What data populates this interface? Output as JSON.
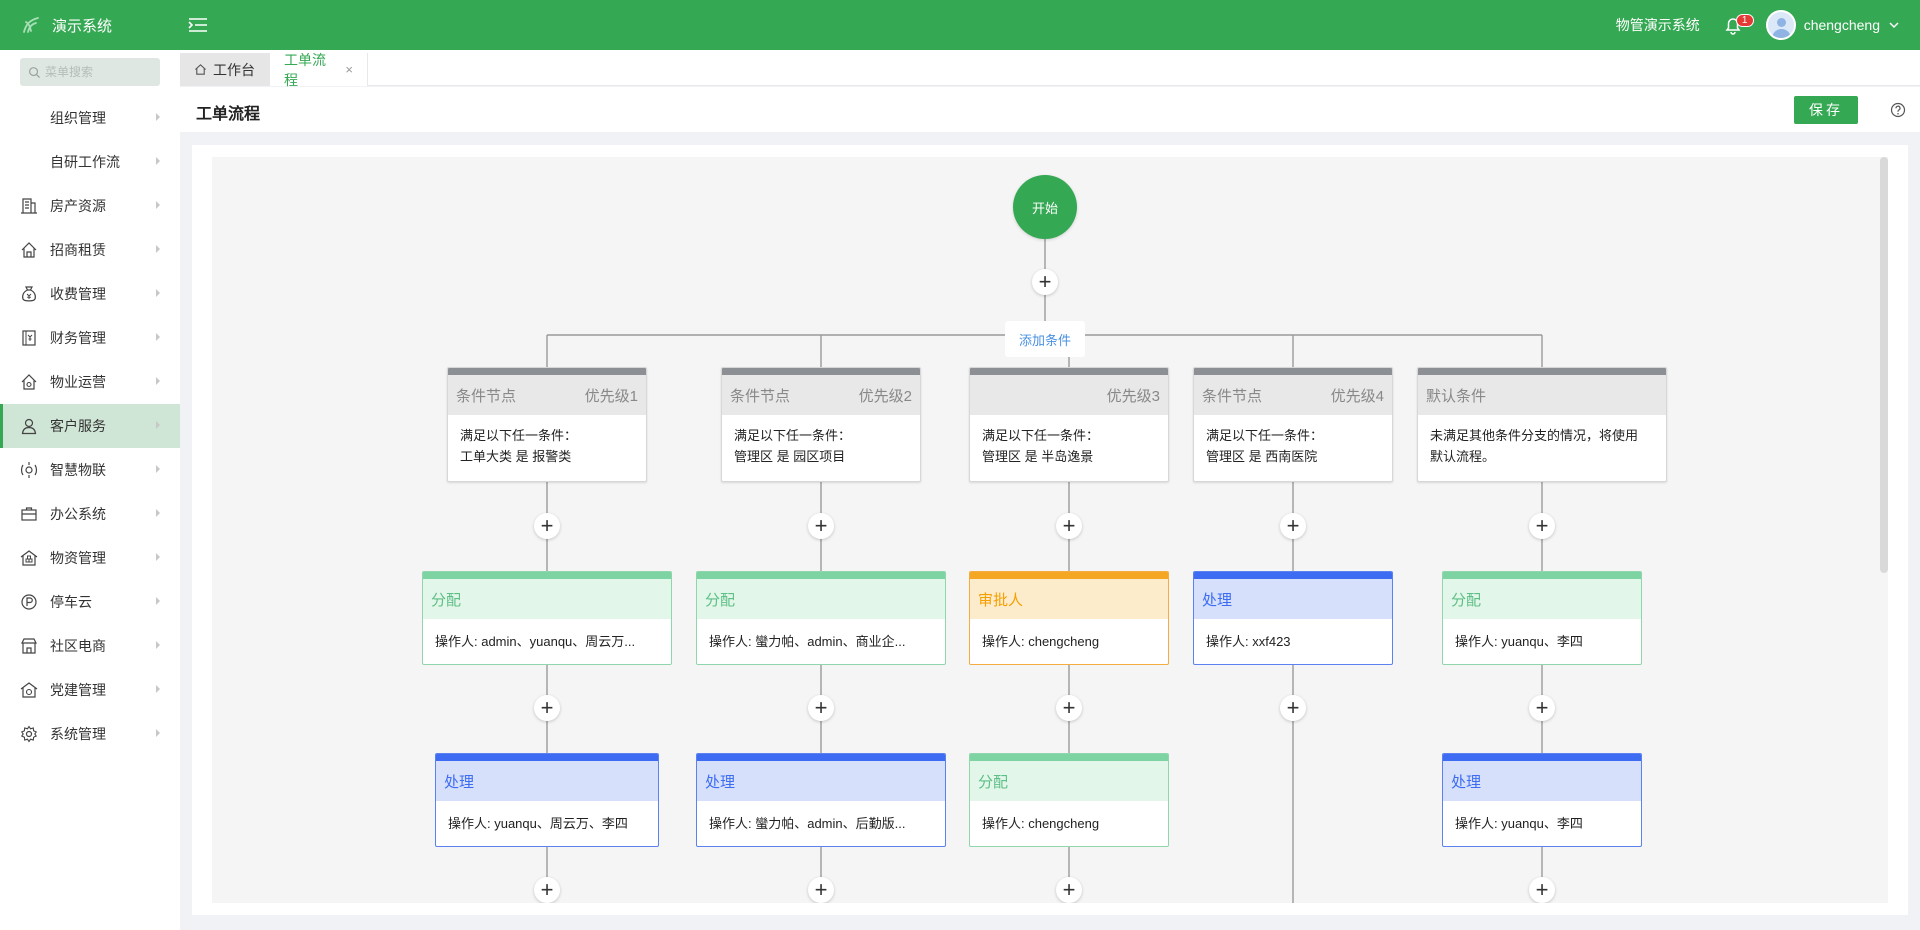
{
  "topbar": {
    "brand_title": "演示系统",
    "system_name": "物管演示系统",
    "notification_count": "1",
    "username": "chengcheng",
    "accent": "#34a853"
  },
  "sidebar": {
    "search_placeholder": "菜单搜索",
    "items": [
      {
        "label": "组织管理",
        "icon": "none"
      },
      {
        "label": "自研工作流",
        "icon": "none"
      },
      {
        "label": "房产资源",
        "icon": "building-icon"
      },
      {
        "label": "招商租赁",
        "icon": "house-icon"
      },
      {
        "label": "收费管理",
        "icon": "money-bag-icon"
      },
      {
        "label": "财务管理",
        "icon": "ledger-icon"
      },
      {
        "label": "物业运营",
        "icon": "house-cog-icon"
      },
      {
        "label": "客户服务",
        "icon": "user-icon",
        "active": true
      },
      {
        "label": "智慧物联",
        "icon": "iot-icon"
      },
      {
        "label": "办公系统",
        "icon": "briefcase-icon"
      },
      {
        "label": "物资管理",
        "icon": "warehouse-icon"
      },
      {
        "label": "停车云",
        "icon": "parking-icon"
      },
      {
        "label": "社区电商",
        "icon": "shop-icon"
      },
      {
        "label": "党建管理",
        "icon": "party-icon"
      },
      {
        "label": "系统管理",
        "icon": "gear-icon"
      }
    ]
  },
  "tabs": {
    "home": "工作台",
    "current": "工单流程",
    "close": "×"
  },
  "page": {
    "title": "工单流程",
    "save_label": "保存"
  },
  "flow": {
    "start_label": "开始",
    "plus_symbol": "+",
    "add_condition_label": "添加条件",
    "conditions": [
      {
        "name": "条件节点",
        "priority": "优先级1",
        "body1": "满足以下任一条件：",
        "body2": "工单大类 是 报警类"
      },
      {
        "name": "条件节点",
        "priority": "优先级2",
        "body1": "满足以下任一条件：",
        "body2": "管理区 是 园区项目"
      },
      {
        "name": "",
        "priority": "优先级3",
        "body1": "满足以下任一条件：",
        "body2": "管理区 是 半岛逸景"
      },
      {
        "name": "条件节点",
        "priority": "优先级4",
        "body1": "满足以下任一条件：",
        "body2": "管理区 是 西南医院"
      },
      {
        "name": "默认条件",
        "priority": "",
        "body1": "未满足其他条件分支的情况，将使用",
        "body2": "默认流程。"
      }
    ],
    "row1": [
      {
        "title": "分配",
        "operators": "操作人: admin、yuanqu、周云万..."
      },
      {
        "title": "分配",
        "operators": "操作人: 蠻力帕、admin、商业企..."
      },
      {
        "title": "审批人",
        "operators": "操作人: chengcheng"
      },
      {
        "title": "处理",
        "operators": "操作人: xxf423"
      },
      {
        "title": "分配",
        "operators": "操作人: yuanqu、李四"
      }
    ],
    "row2": [
      {
        "title": "处理",
        "operators": "操作人: yuanqu、周云万、李四"
      },
      {
        "title": "处理",
        "operators": "操作人: 蠻力帕、admin、后勤版..."
      },
      {
        "title": "分配",
        "operators": "操作人: chengcheng"
      },
      {
        "title": "处理",
        "operators": "操作人: yuanqu、李四"
      }
    ]
  }
}
